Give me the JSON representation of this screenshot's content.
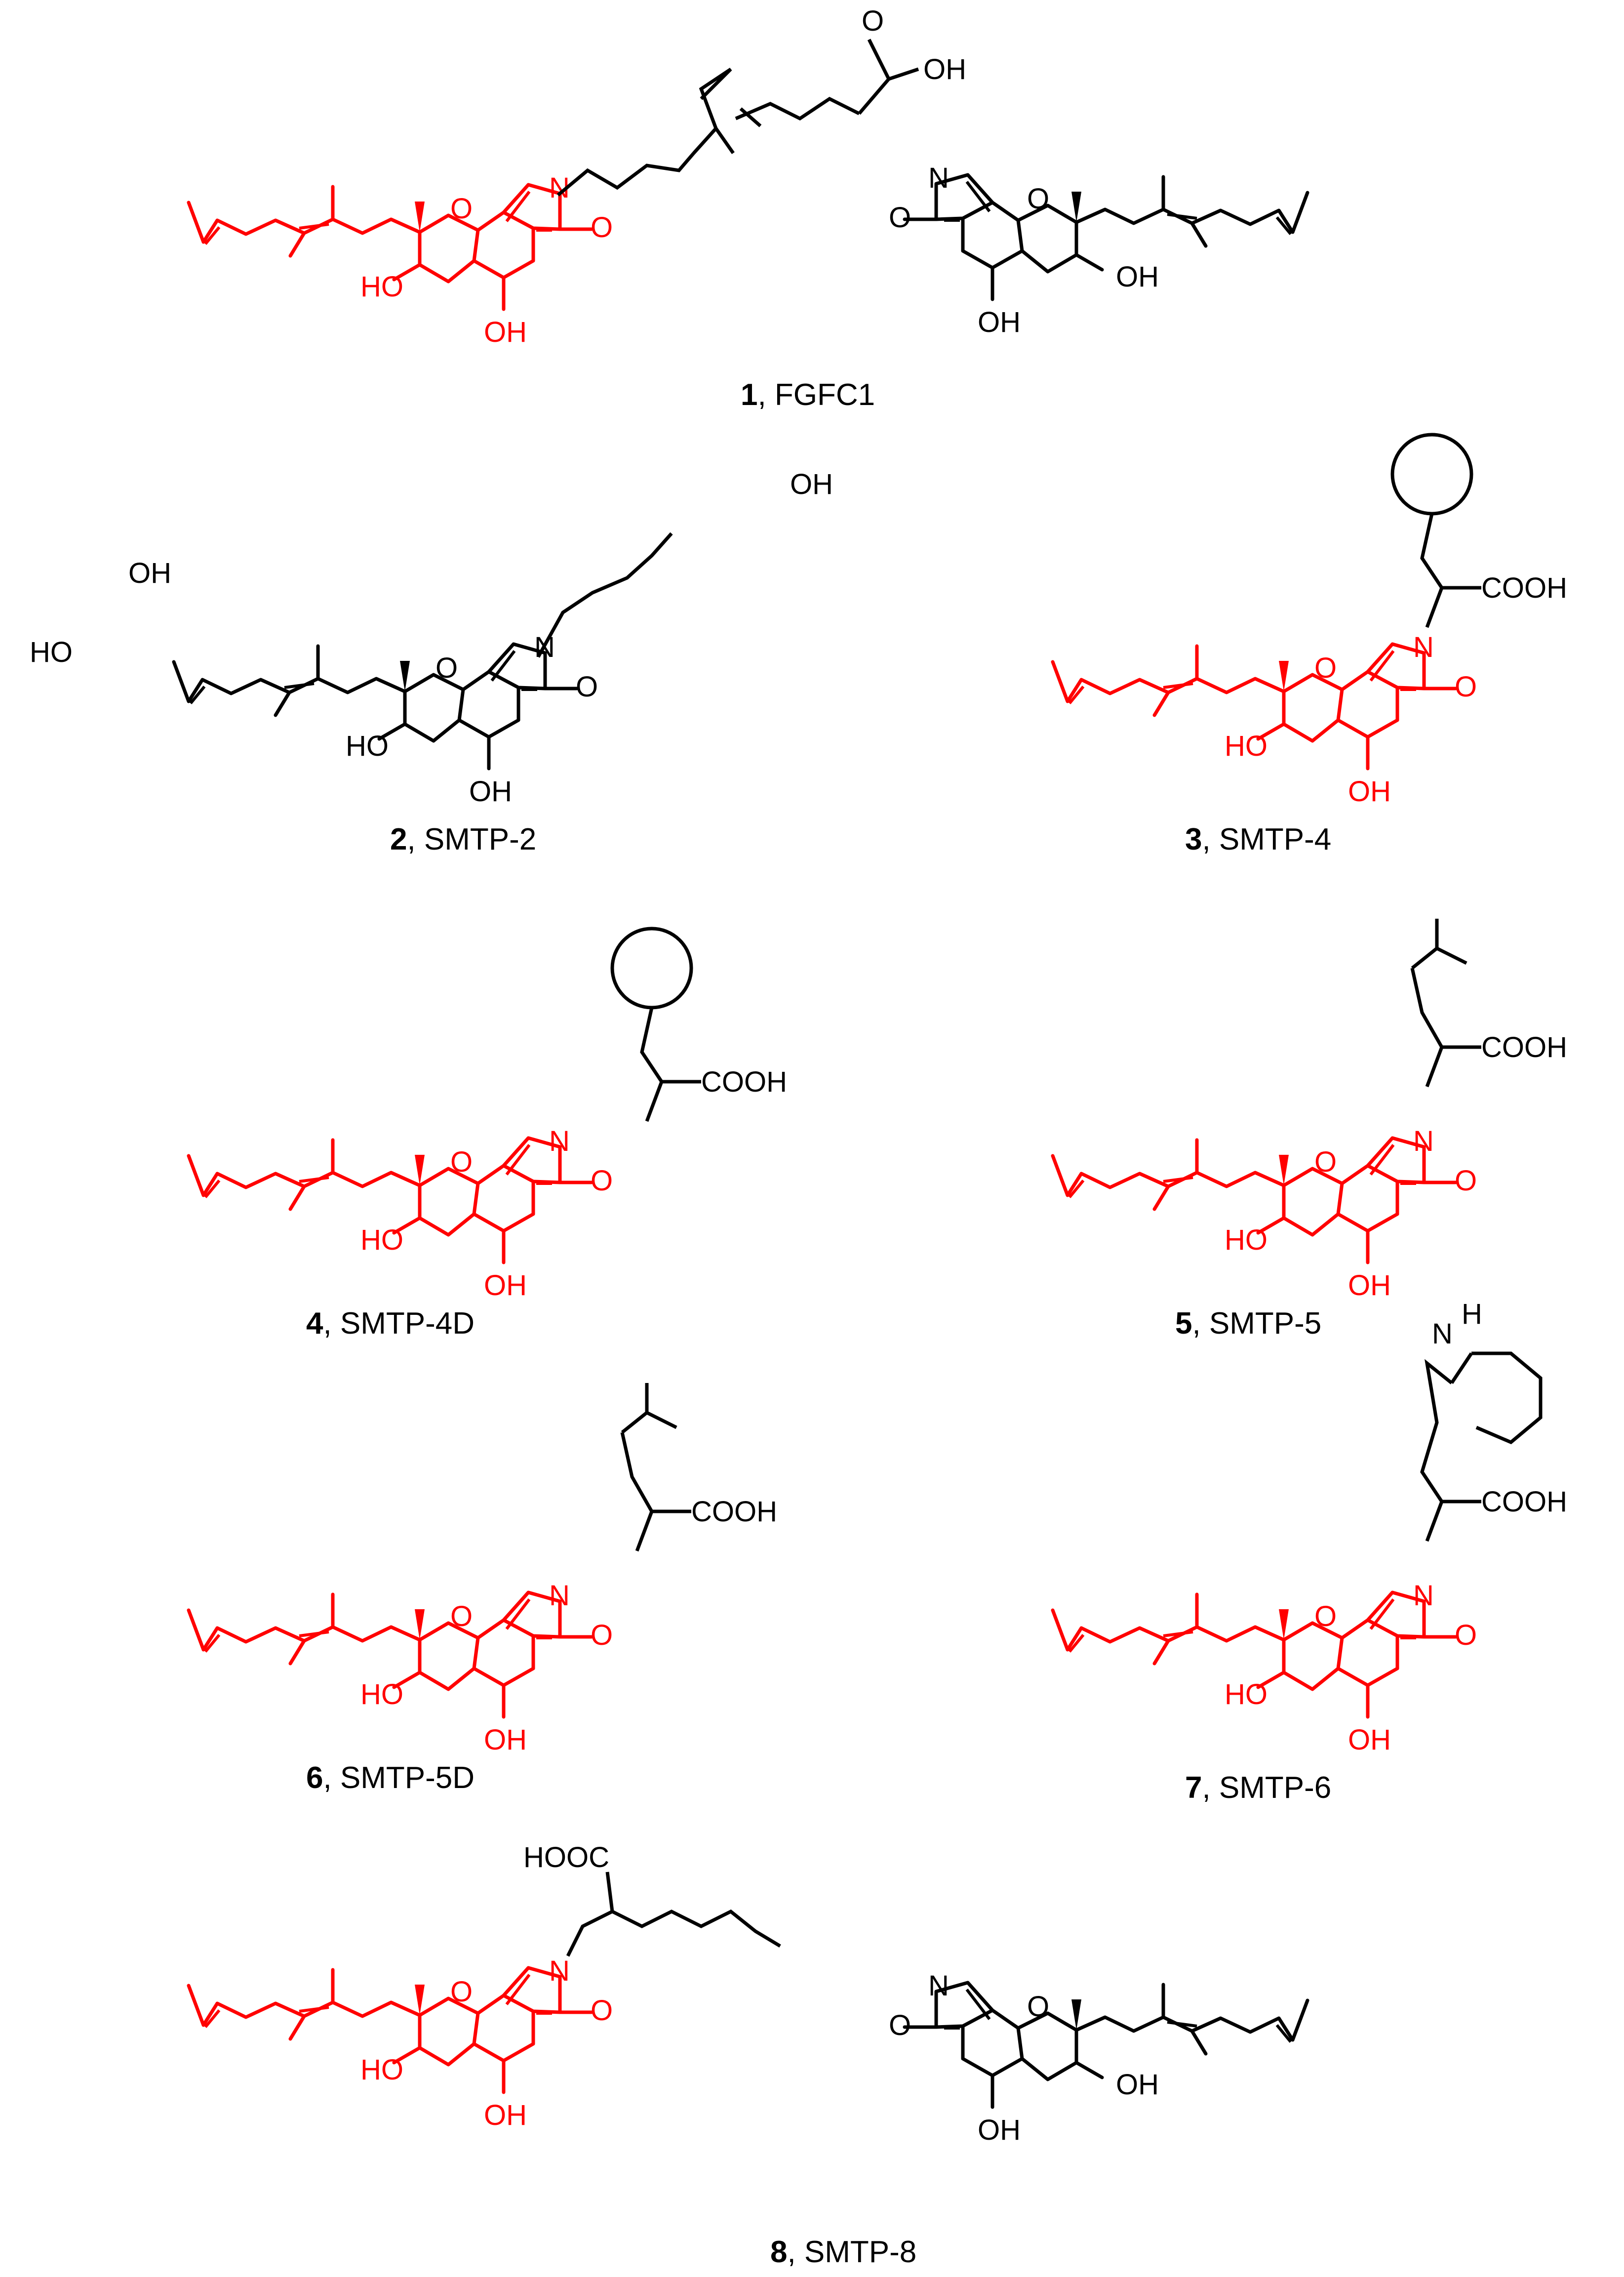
{
  "colors": {
    "highlight": "#ff0000",
    "bond": "#000000"
  },
  "atoms": {
    "oh": "OH",
    "ho": "HO",
    "o": "O",
    "n": "N",
    "nh": "N",
    "h": "H",
    "cooh": "COOH",
    "hooc": "HOOC"
  },
  "compounds": [
    {
      "number": "1",
      "name": ", FGFC1"
    },
    {
      "number": "2",
      "name": ", SMTP-2"
    },
    {
      "number": "3",
      "name": ", SMTP-4"
    },
    {
      "number": "4",
      "name": ", SMTP-4D"
    },
    {
      "number": "5",
      "name": ", SMTP-5"
    },
    {
      "number": "6",
      "name": ", SMTP-5D"
    },
    {
      "number": "7",
      "name": ", SMTP-6"
    },
    {
      "number": "8",
      "name": ", SMTP-8"
    }
  ]
}
